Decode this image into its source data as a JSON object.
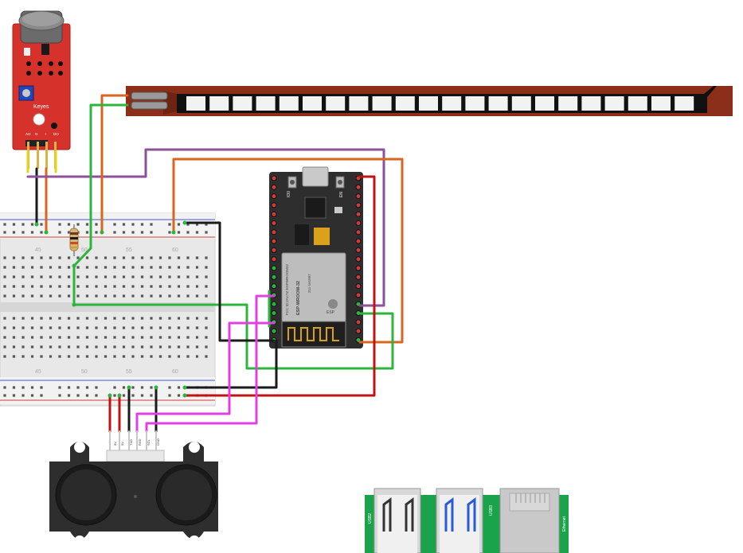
{
  "sensor_module": {
    "brand": "Keyes",
    "pins": [
      "AO",
      "G",
      "+",
      "DO"
    ]
  },
  "esp32": {
    "button_left": "IO0",
    "button_right": "EN",
    "module_text_1": "FCC ID:2AC7Z-ESPWROOM32",
    "module_text_2": "ESP-WROOM-32",
    "module_text_3": "211-161007",
    "module_logo": "ESP"
  },
  "breadboard": {
    "col_labels": [
      "45",
      "50",
      "55",
      "60"
    ]
  },
  "lidar": {
    "pins": [
      "5V",
      "5V",
      "TXD",
      "RXD",
      "SCL",
      "GND"
    ]
  },
  "pi_board": {
    "label_usb2": "USB2",
    "label_usb3": "USB3",
    "label_ethernet": "Ethernet"
  },
  "colors": {
    "wire_purple": "#8e4f9b",
    "wire_orange": "#d9661f",
    "wire_green": "#2db43d",
    "wire_black": "#1a1a1a",
    "wire_red": "#c01414",
    "wire_magenta": "#e040e0",
    "flex_sensor": "#8b2e1a",
    "sensor_board": "#d6322c",
    "esp_board": "#2e2e2e",
    "pi_green": "#1aa34a"
  }
}
